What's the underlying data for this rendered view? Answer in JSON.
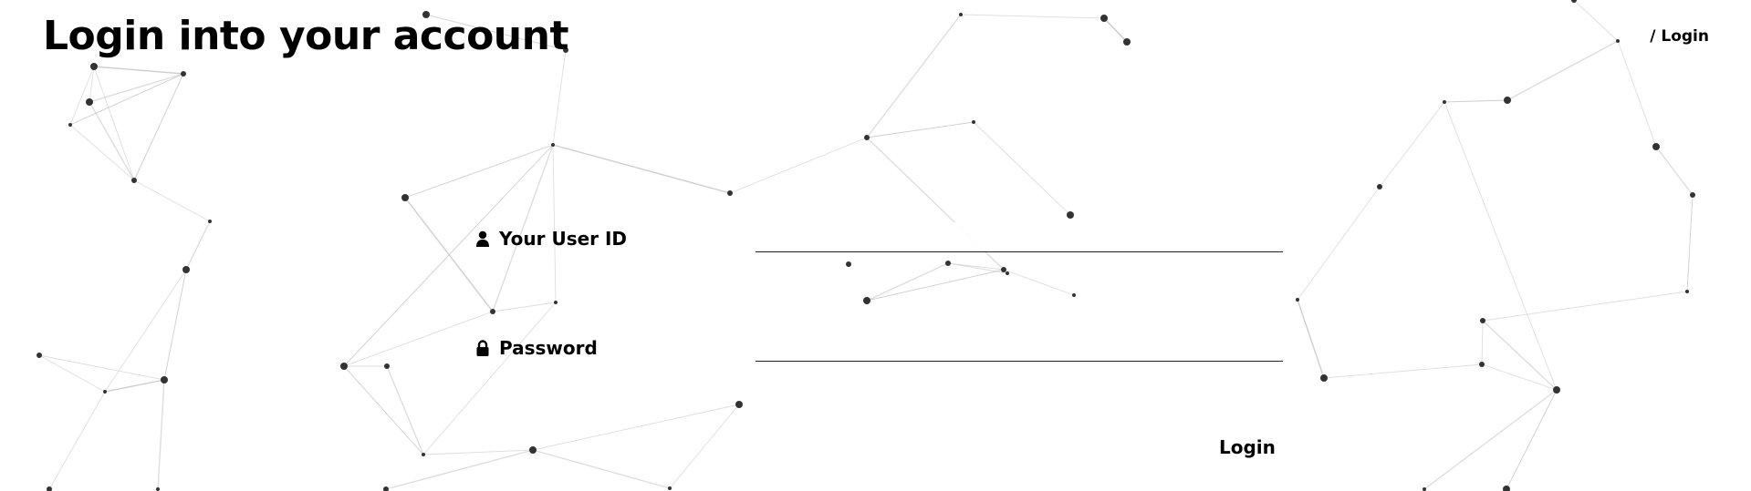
{
  "header": {
    "title": "Login into your account",
    "breadcrumb": "/ Login"
  },
  "form": {
    "user_label": "Your User ID",
    "user_value": "",
    "password_label": "Password",
    "password_value": "",
    "submit_label": "Login"
  },
  "icons": {
    "user": "user-icon",
    "password": "lock-icon"
  },
  "colors": {
    "text": "#000000",
    "background": "#ffffff",
    "network_node": "#333333",
    "network_line": "#cccccc"
  }
}
